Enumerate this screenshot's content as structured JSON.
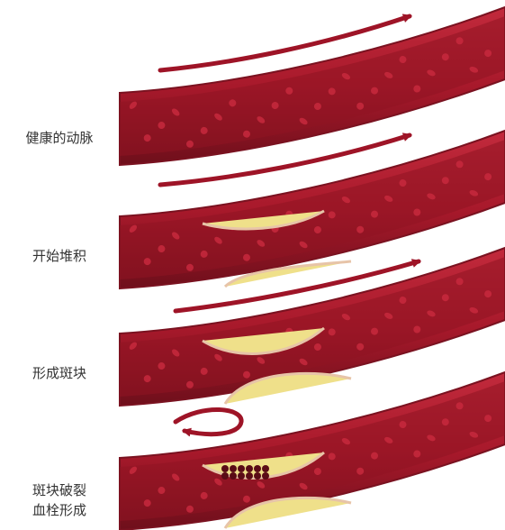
{
  "colors": {
    "vessel_outer": "#7a1220",
    "vessel_wall": "#a8192b",
    "lumen": "#8f1423",
    "cell": "#c7293d",
    "plaque_fill": "#efe08a",
    "plaque_edge": "#e7c4a8",
    "arrow": "#9e1427",
    "label_text": "#333333"
  },
  "stages": [
    {
      "label_lines": [
        "健康的动脉"
      ],
      "arrow": "forward"
    },
    {
      "label_lines": [
        "开始堆积"
      ],
      "arrow": "forward"
    },
    {
      "label_lines": [
        "形成斑块"
      ],
      "arrow": "forward"
    },
    {
      "label_lines": [
        "斑块破裂",
        "血栓形成"
      ],
      "arrow": "reverse"
    }
  ]
}
